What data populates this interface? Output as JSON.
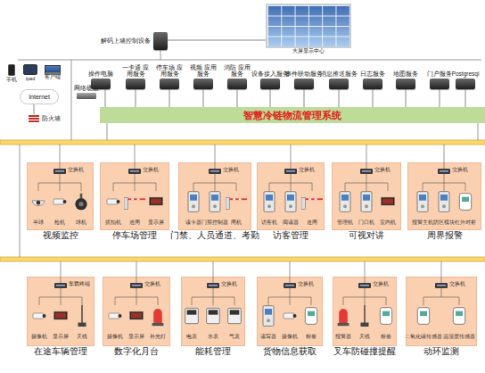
{
  "diagram": {
    "nodes": [
      {
        "text": [
          "大屏显示中心"
        ]
      },
      {
        "text": [
          "解码上墙控制设备"
        ]
      },
      {
        "text": [
          "手机"
        ]
      },
      {
        "text": [
          "ipad"
        ]
      },
      {
        "text": [
          "客户端"
        ]
      },
      {
        "text": [
          "Internet"
        ]
      },
      {
        "text": [
          "防火墙"
        ]
      },
      {
        "text": [
          "网络硬盘"
        ]
      },
      {
        "text": [
          "操作电脑"
        ]
      },
      {
        "text": [
          "一卡通 应用服务"
        ]
      },
      {
        "text": [
          "停车场 应用服务"
        ]
      },
      {
        "text": [
          "视频 应用服务"
        ]
      },
      {
        "text": [
          "消防 应用服务"
        ]
      },
      {
        "text": [
          "设备接入服务"
        ]
      },
      {
        "text": [
          "事件联动服务"
        ]
      },
      {
        "text": [
          "消息推送服务"
        ]
      },
      {
        "text": [
          "日志服务"
        ]
      },
      {
        "text": [
          "地图服务"
        ]
      },
      {
        "text": [
          "门户服务"
        ]
      },
      {
        "text": [
          "Postgresql"
        ]
      },
      {
        "text": [
          "智慧冷链物流管理系统"
        ]
      },
      {
        "text": [
          "视频监控"
        ]
      },
      {
        "text": [
          "停车场管理"
        ]
      },
      {
        "text": [
          "门禁、人员通道、考勤"
        ]
      },
      {
        "text": [
          "访客管理"
        ]
      },
      {
        "text": [
          "可视对讲"
        ]
      },
      {
        "text": [
          "周界报警"
        ]
      },
      {
        "text": [
          "在途车辆管理"
        ]
      },
      {
        "text": [
          "数字化月台"
        ]
      },
      {
        "text": [
          "能耗管理"
        ]
      },
      {
        "text": [
          "货物信息获取"
        ]
      },
      {
        "text": [
          "叉车防碰撞提醒"
        ]
      },
      {
        "text": [
          "动环监测"
        ]
      }
    ],
    "edges": [
      {
        "from": 1,
        "to": 0,
        "arrow": "none"
      },
      {
        "from": 5,
        "to": 6,
        "arrow": "none"
      },
      {
        "from": 8,
        "to": 20,
        "arrow": "none"
      },
      {
        "from": 9,
        "to": 20,
        "arrow": "none"
      },
      {
        "from": 10,
        "to": 20,
        "arrow": "none"
      },
      {
        "from": 11,
        "to": 20,
        "arrow": "none"
      },
      {
        "from": 12,
        "to": 20,
        "arrow": "none"
      },
      {
        "from": 13,
        "to": 20,
        "arrow": "none"
      },
      {
        "from": 14,
        "to": 20,
        "arrow": "none"
      },
      {
        "from": 15,
        "to": 20,
        "arrow": "none"
      },
      {
        "from": 16,
        "to": 20,
        "arrow": "none"
      },
      {
        "from": 17,
        "to": 20,
        "arrow": "none"
      },
      {
        "from": 18,
        "to": 20,
        "arrow": "none"
      },
      {
        "from": 19,
        "to": 20,
        "arrow": "none"
      }
    ],
    "labels": [
      "交换机",
      "半球",
      "枪机",
      "球机",
      "交换机",
      "抓拍机",
      "道闸",
      "显示屏",
      "交换机",
      "读卡器",
      "门禁控制器",
      "闸机",
      "交换机",
      "访客机",
      "阅读器",
      "道闸",
      "交换机",
      "管理机",
      "门口机",
      "室内机",
      "交换机",
      "报警主机",
      "防区模块",
      "红外对射",
      "车载终端",
      "摄像机",
      "显示屏",
      "天线",
      "交换机",
      "摄像机",
      "显示屏",
      "补光灯",
      "交换机",
      "电表",
      "水表",
      "气表",
      "交换机",
      "读写器",
      "摄像机",
      "标签",
      "交换机",
      "报警器",
      "天线",
      "标签",
      "交换机",
      "二氧化碳传感器",
      "温湿度传感器"
    ]
  }
}
